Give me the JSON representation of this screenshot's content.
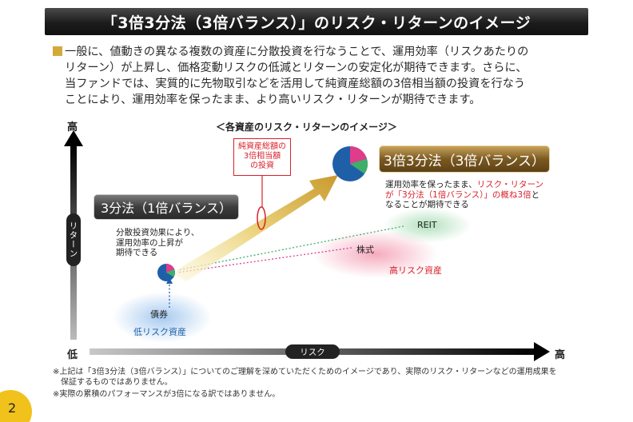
{
  "header": {
    "title": "「3倍3分法（3倍バランス）」のリスク・リターンのイメージ"
  },
  "intro": {
    "lines": [
      "一般に、値動きの異なる複数の資産に分散投資を行なうことで、運用効率（リスクあたりの",
      "リターン）が上昇し、価格変動リスクの低減とリターンの安定化が期待できます。さらに、",
      "当ファンドでは、実質的に先物取引などを活用して純資産総額の3倍相当額の投資を行なう",
      "ことにより、運用効率を保ったまま、より高いリスク・リターンが期待できます。"
    ]
  },
  "diagram": {
    "subtitle": "＜各資産のリスク・リターンのイメージ＞",
    "axis": {
      "high_y": "高",
      "low": "低",
      "high_x": "高",
      "return_label": "リターン",
      "risk_label": "リスク"
    },
    "box_1x": "3分法（1倍バランス）",
    "box_3x": "3倍3分法（3倍バランス）",
    "note_1x": [
      "分散投資効果により、",
      "運用効率の上昇が",
      "期待できる"
    ],
    "callout": [
      "純資産総額の",
      "3倍相当額",
      "の投資"
    ],
    "note_3x": {
      "line1_a": "運用効率を保ったまま、",
      "line1_b": "リスク・リターン",
      "line2_a": "が「3分法（1倍バランス）」の概ね3倍",
      "line2_b": "と",
      "line3": "なることが期待できる"
    },
    "reit": "REIT",
    "stocks": "株式",
    "high_risk": "高リスク資産",
    "bonds": "債券",
    "low_risk": "低リスク資産"
  },
  "footnotes": [
    "※上記は「3倍3分法（3倍バランス）」についてのご理解を深めていただくためのイメージであり、実際のリスク・リターンなどの運用成果を",
    "　保証するものではありません。",
    "※実際の累積のパフォーマンスが3倍になる訳ではありません。"
  ],
  "page_number": "2",
  "colors": {
    "accent_gold": "#d4a93c",
    "callout_red": "#d8202a",
    "low_risk_blue": "#1e5fa8",
    "pie_blue": "#1e5fa8",
    "pie_green": "#3fae6a",
    "pie_pink": "#e03c8c"
  }
}
